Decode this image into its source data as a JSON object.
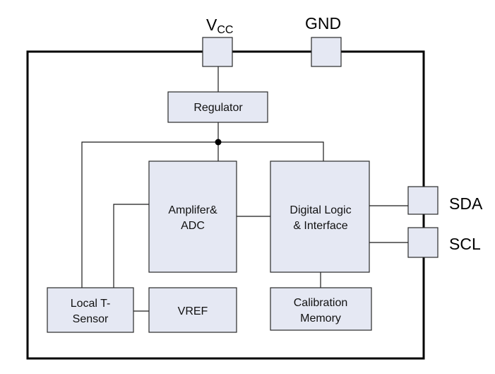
{
  "pins": {
    "vcc": {
      "main": "V",
      "sub": "CC"
    },
    "gnd": "GND",
    "sda": "SDA",
    "scl": "SCL"
  },
  "blocks": {
    "regulator": [
      "Regulator"
    ],
    "amp_adc": [
      "Amplifer&",
      "ADC"
    ],
    "digital_logic": [
      "Digital Logic",
      "& Interface"
    ],
    "local_sensor": [
      "Local T-",
      "Sensor"
    ],
    "vref": [
      "VREF"
    ],
    "calibration": [
      "Calibration",
      "Memory"
    ]
  },
  "colors": {
    "block_fill": "#e5e8f3",
    "stroke": "#1a1a1a"
  }
}
